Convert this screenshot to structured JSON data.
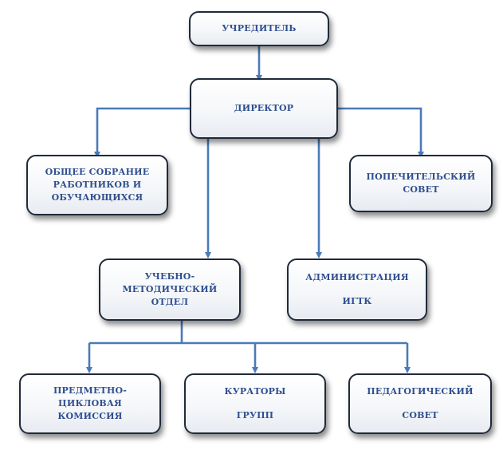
{
  "nodes": {
    "founder": {
      "lines": [
        "УЧРЕДИТЕЛЬ"
      ]
    },
    "director": {
      "lines": [
        "ДИРЕКТОР"
      ]
    },
    "general_meeting": {
      "lines": [
        "ОБЩЕЕ СОБРАНИЕ",
        "РАБОТНИКОВ И",
        "ОБУЧАЮЩИХСЯ"
      ]
    },
    "board_of_trustees": {
      "lines": [
        "ПОПЕЧИТЕЛЬСКИЙ",
        "СОВЕТ"
      ]
    },
    "methodical_dept": {
      "lines": [
        "УЧЕБНО-",
        "МЕТОДИЧЕСКИЙ",
        "ОТДЕЛ"
      ]
    },
    "administration": {
      "lines": [
        "АДМИНИСТРАЦИЯ",
        "ИГТК"
      ]
    },
    "subject_commission": {
      "lines": [
        "ПРЕДМЕТНО-",
        "ЦИКЛОВАЯ",
        "КОМИССИЯ"
      ]
    },
    "group_curators": {
      "lines": [
        "КУРАТОРЫ",
        "ГРУПП"
      ]
    },
    "pedagogical_council": {
      "lines": [
        "ПЕДАГОГИЧЕСКИЙ",
        "СОВЕТ"
      ]
    }
  },
  "colors": {
    "connector": "#4a7ab8",
    "text": "#2f4f8f",
    "border": "#1f2a3a"
  }
}
